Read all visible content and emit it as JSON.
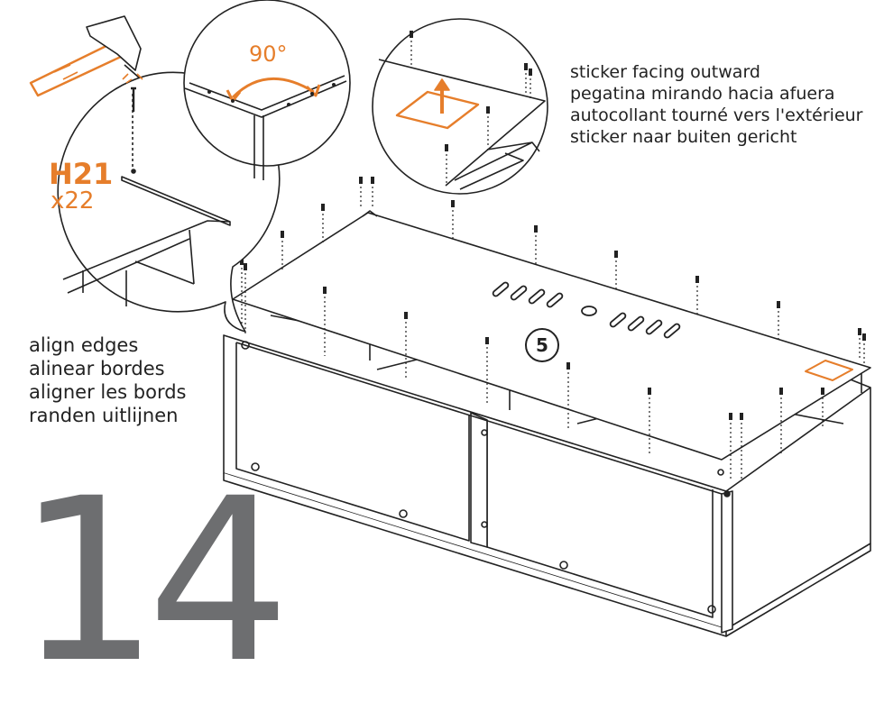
{
  "step": {
    "number": "14"
  },
  "part": {
    "code": "H21",
    "quantity": "x22"
  },
  "angle": {
    "label": "90°"
  },
  "panel": {
    "number": "5"
  },
  "sticker_note": {
    "lines": [
      "sticker facing outward",
      "pegatina mirando hacia afuera",
      "autocollant tourné vers l'extérieur",
      "sticker naar buiten gericht"
    ]
  },
  "align_note": {
    "lines": [
      "align edges",
      "alinear bordes",
      "aligner les bords",
      "randen uitlijnen"
    ]
  },
  "colors": {
    "accent": "#e67e2b",
    "line": "#222222",
    "step_gray": "#6d6e70"
  }
}
